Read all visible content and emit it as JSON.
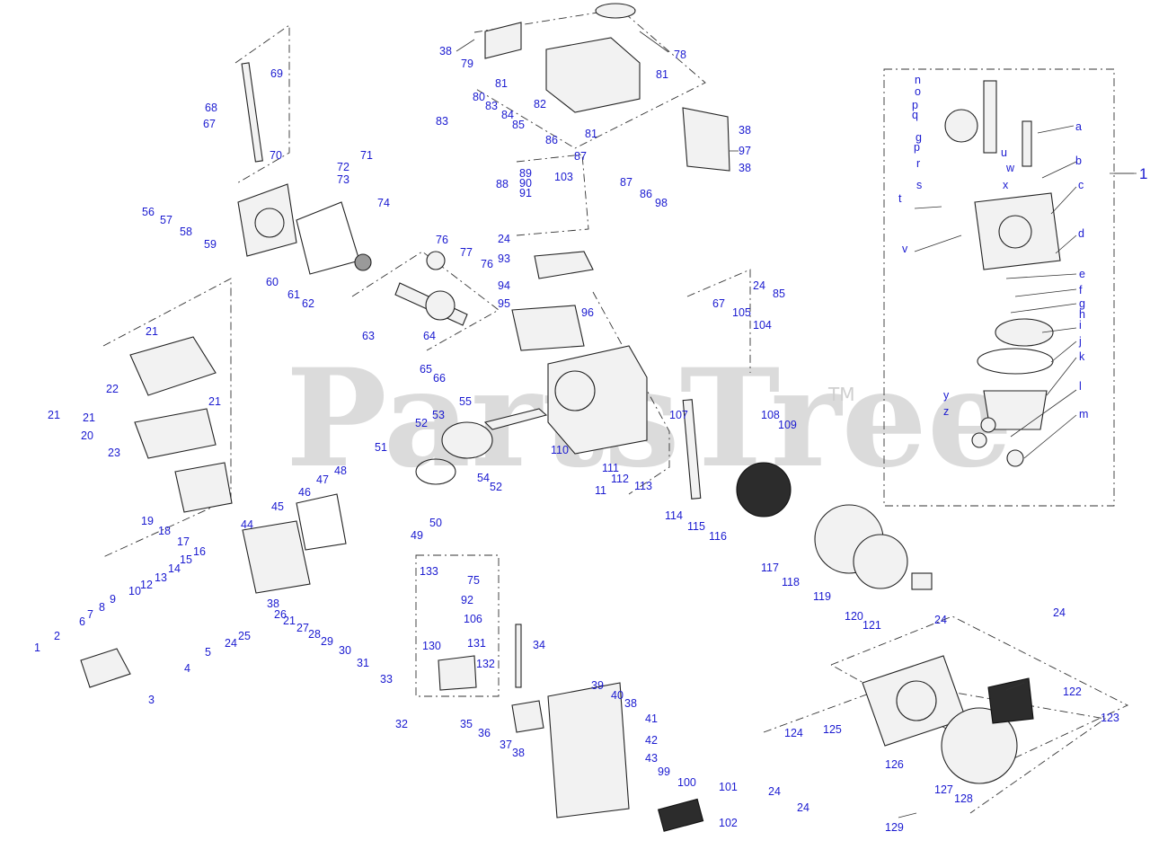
{
  "watermark": {
    "text": "PartsTree",
    "trademark": "TM"
  },
  "group_label": "1",
  "callouts": [
    {
      "id": "1",
      "text": "1"
    },
    {
      "id": "2",
      "text": "2"
    },
    {
      "id": "3",
      "text": "3"
    },
    {
      "id": "4",
      "text": "4"
    },
    {
      "id": "5",
      "text": "5"
    },
    {
      "id": "6",
      "text": "6"
    },
    {
      "id": "7",
      "text": "7"
    },
    {
      "id": "8",
      "text": "8"
    },
    {
      "id": "9",
      "text": "9"
    },
    {
      "id": "10",
      "text": "10"
    },
    {
      "id": "11",
      "text": "11"
    },
    {
      "id": "12",
      "text": "12"
    },
    {
      "id": "13",
      "text": "13"
    },
    {
      "id": "14",
      "text": "14"
    },
    {
      "id": "15",
      "text": "15"
    },
    {
      "id": "16",
      "text": "16"
    },
    {
      "id": "17",
      "text": "17"
    },
    {
      "id": "18",
      "text": "18"
    },
    {
      "id": "19",
      "text": "19"
    },
    {
      "id": "20",
      "text": "20"
    },
    {
      "id": "21a",
      "text": "21"
    },
    {
      "id": "21b",
      "text": "21"
    },
    {
      "id": "21c",
      "text": "21"
    },
    {
      "id": "21d",
      "text": "21"
    },
    {
      "id": "21e",
      "text": "21"
    },
    {
      "id": "22",
      "text": "22"
    },
    {
      "id": "23",
      "text": "23"
    },
    {
      "id": "24a",
      "text": "24"
    },
    {
      "id": "24b",
      "text": "24"
    },
    {
      "id": "24c",
      "text": "24"
    },
    {
      "id": "24d",
      "text": "24"
    },
    {
      "id": "24e",
      "text": "24"
    },
    {
      "id": "24f",
      "text": "24"
    },
    {
      "id": "24g",
      "text": "24"
    },
    {
      "id": "25",
      "text": "25"
    },
    {
      "id": "26",
      "text": "26"
    },
    {
      "id": "27",
      "text": "27"
    },
    {
      "id": "28",
      "text": "28"
    },
    {
      "id": "29",
      "text": "29"
    },
    {
      "id": "30",
      "text": "30"
    },
    {
      "id": "31",
      "text": "31"
    },
    {
      "id": "32",
      "text": "32"
    },
    {
      "id": "33",
      "text": "33"
    },
    {
      "id": "34",
      "text": "34"
    },
    {
      "id": "35",
      "text": "35"
    },
    {
      "id": "36",
      "text": "36"
    },
    {
      "id": "37",
      "text": "37"
    },
    {
      "id": "38a",
      "text": "38"
    },
    {
      "id": "38b",
      "text": "38"
    },
    {
      "id": "38c",
      "text": "38"
    },
    {
      "id": "38d",
      "text": "38"
    },
    {
      "id": "38e",
      "text": "38"
    },
    {
      "id": "38f",
      "text": "38"
    },
    {
      "id": "39",
      "text": "39"
    },
    {
      "id": "40",
      "text": "40"
    },
    {
      "id": "41",
      "text": "41"
    },
    {
      "id": "42",
      "text": "42"
    },
    {
      "id": "43",
      "text": "43"
    },
    {
      "id": "44",
      "text": "44"
    },
    {
      "id": "45",
      "text": "45"
    },
    {
      "id": "46",
      "text": "46"
    },
    {
      "id": "47",
      "text": "47"
    },
    {
      "id": "48",
      "text": "48"
    },
    {
      "id": "49",
      "text": "49"
    },
    {
      "id": "50",
      "text": "50"
    },
    {
      "id": "51",
      "text": "51"
    },
    {
      "id": "52a",
      "text": "52"
    },
    {
      "id": "52b",
      "text": "52"
    },
    {
      "id": "53",
      "text": "53"
    },
    {
      "id": "54",
      "text": "54"
    },
    {
      "id": "55",
      "text": "55"
    },
    {
      "id": "56",
      "text": "56"
    },
    {
      "id": "57",
      "text": "57"
    },
    {
      "id": "58",
      "text": "58"
    },
    {
      "id": "59",
      "text": "59"
    },
    {
      "id": "60",
      "text": "60"
    },
    {
      "id": "61",
      "text": "61"
    },
    {
      "id": "62",
      "text": "62"
    },
    {
      "id": "63",
      "text": "63"
    },
    {
      "id": "64",
      "text": "64"
    },
    {
      "id": "65",
      "text": "65"
    },
    {
      "id": "66",
      "text": "66"
    },
    {
      "id": "67a",
      "text": "67"
    },
    {
      "id": "67b",
      "text": "67"
    },
    {
      "id": "68",
      "text": "68"
    },
    {
      "id": "69",
      "text": "69"
    },
    {
      "id": "70",
      "text": "70"
    },
    {
      "id": "71",
      "text": "71"
    },
    {
      "id": "72",
      "text": "72"
    },
    {
      "id": "73",
      "text": "73"
    },
    {
      "id": "74",
      "text": "74"
    },
    {
      "id": "75",
      "text": "75"
    },
    {
      "id": "76a",
      "text": "76"
    },
    {
      "id": "76b",
      "text": "76"
    },
    {
      "id": "77",
      "text": "77"
    },
    {
      "id": "78",
      "text": "78"
    },
    {
      "id": "79",
      "text": "79"
    },
    {
      "id": "80",
      "text": "80"
    },
    {
      "id": "81a",
      "text": "81"
    },
    {
      "id": "81b",
      "text": "81"
    },
    {
      "id": "81c",
      "text": "81"
    },
    {
      "id": "82",
      "text": "82"
    },
    {
      "id": "83a",
      "text": "83"
    },
    {
      "id": "83b",
      "text": "83"
    },
    {
      "id": "84",
      "text": "84"
    },
    {
      "id": "85a",
      "text": "85"
    },
    {
      "id": "85b",
      "text": "85"
    },
    {
      "id": "86a",
      "text": "86"
    },
    {
      "id": "86b",
      "text": "86"
    },
    {
      "id": "87a",
      "text": "87"
    },
    {
      "id": "87b",
      "text": "87"
    },
    {
      "id": "88",
      "text": "88"
    },
    {
      "id": "89",
      "text": "89"
    },
    {
      "id": "90",
      "text": "90"
    },
    {
      "id": "91",
      "text": "91"
    },
    {
      "id": "92",
      "text": "92"
    },
    {
      "id": "93",
      "text": "93"
    },
    {
      "id": "94",
      "text": "94"
    },
    {
      "id": "95",
      "text": "95"
    },
    {
      "id": "96",
      "text": "96"
    },
    {
      "id": "97",
      "text": "97"
    },
    {
      "id": "98",
      "text": "98"
    },
    {
      "id": "99",
      "text": "99"
    },
    {
      "id": "100",
      "text": "100"
    },
    {
      "id": "101",
      "text": "101"
    },
    {
      "id": "102",
      "text": "102"
    },
    {
      "id": "103",
      "text": "103"
    },
    {
      "id": "104",
      "text": "104"
    },
    {
      "id": "105",
      "text": "105"
    },
    {
      "id": "106",
      "text": "106"
    },
    {
      "id": "107",
      "text": "107"
    },
    {
      "id": "108",
      "text": "108"
    },
    {
      "id": "109",
      "text": "109"
    },
    {
      "id": "110",
      "text": "110"
    },
    {
      "id": "111",
      "text": "111"
    },
    {
      "id": "112",
      "text": "112"
    },
    {
      "id": "113",
      "text": "113"
    },
    {
      "id": "114",
      "text": "114"
    },
    {
      "id": "115",
      "text": "115"
    },
    {
      "id": "116",
      "text": "116"
    },
    {
      "id": "117",
      "text": "117"
    },
    {
      "id": "118",
      "text": "118"
    },
    {
      "id": "119",
      "text": "119"
    },
    {
      "id": "120",
      "text": "120"
    },
    {
      "id": "121",
      "text": "121"
    },
    {
      "id": "122",
      "text": "122"
    },
    {
      "id": "123",
      "text": "123"
    },
    {
      "id": "124",
      "text": "124"
    },
    {
      "id": "125",
      "text": "125"
    },
    {
      "id": "126",
      "text": "126"
    },
    {
      "id": "127",
      "text": "127"
    },
    {
      "id": "128",
      "text": "128"
    },
    {
      "id": "129",
      "text": "129"
    },
    {
      "id": "130",
      "text": "130"
    },
    {
      "id": "131",
      "text": "131"
    },
    {
      "id": "132",
      "text": "132"
    },
    {
      "id": "133",
      "text": "133"
    },
    {
      "id": "a",
      "text": "a"
    },
    {
      "id": "b",
      "text": "b"
    },
    {
      "id": "c",
      "text": "c"
    },
    {
      "id": "d",
      "text": "d"
    },
    {
      "id": "e",
      "text": "e"
    },
    {
      "id": "f",
      "text": "f"
    },
    {
      "id": "g1",
      "text": "g"
    },
    {
      "id": "g2",
      "text": "g"
    },
    {
      "id": "h",
      "text": "h"
    },
    {
      "id": "i",
      "text": "i"
    },
    {
      "id": "j",
      "text": "j"
    },
    {
      "id": "k",
      "text": "k"
    },
    {
      "id": "l",
      "text": "l"
    },
    {
      "id": "m",
      "text": "m"
    },
    {
      "id": "n",
      "text": "n"
    },
    {
      "id": "o",
      "text": "o"
    },
    {
      "id": "p1",
      "text": "p"
    },
    {
      "id": "p2",
      "text": "p"
    },
    {
      "id": "q",
      "text": "q"
    },
    {
      "id": "r",
      "text": "r"
    },
    {
      "id": "s",
      "text": "s"
    },
    {
      "id": "t",
      "text": "t"
    },
    {
      "id": "u",
      "text": "u"
    },
    {
      "id": "v",
      "text": "v"
    },
    {
      "id": "w",
      "text": "w"
    },
    {
      "id": "x",
      "text": "x"
    },
    {
      "id": "y",
      "text": "y"
    },
    {
      "id": "z",
      "text": "z"
    }
  ]
}
